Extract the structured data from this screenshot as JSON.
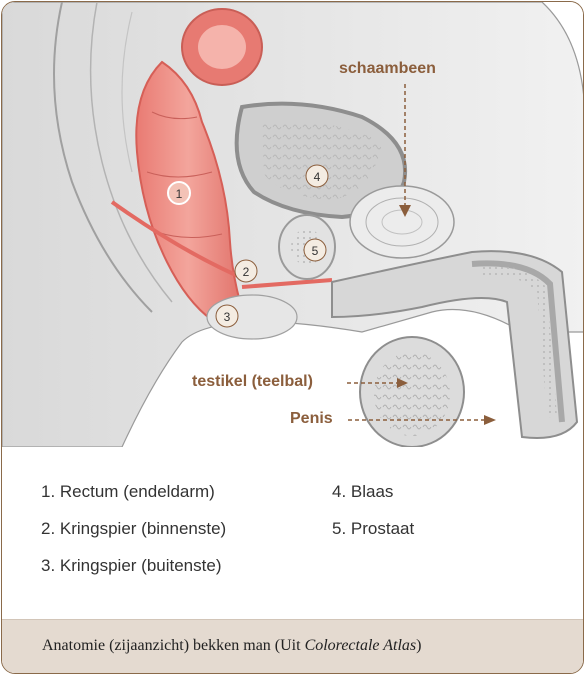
{
  "labels": {
    "pubic_bone": "schaambeen",
    "testicle": "testikel (teelbal)",
    "penis": "Penis"
  },
  "markers": [
    "1",
    "2",
    "3",
    "4",
    "5"
  ],
  "legend": [
    "1. Rectum (endeldarm)",
    "2. Kringspier (binnenste)",
    "3. Kringspier (buitenste)",
    "4. Blaas",
    "5. Prostaat"
  ],
  "caption": {
    "text": "Anatomie (zijaanzicht) bekken man (Uit ",
    "italic": "Colorectale Atlas",
    "end": ")"
  },
  "colors": {
    "accent": "#8b5e3c",
    "tissue_pink": "#e6847f",
    "border": "#8a6a4a",
    "caption_bg": "#e4dad0"
  }
}
